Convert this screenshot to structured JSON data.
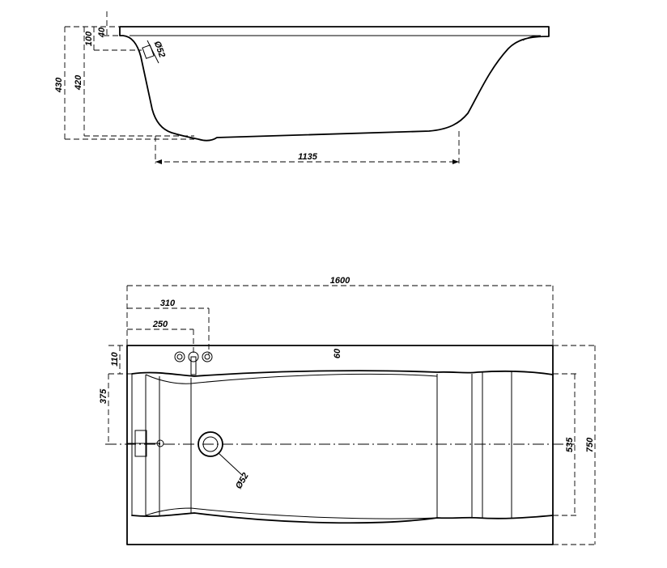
{
  "side_view": {
    "dimensions": {
      "total_height": "430",
      "depth": "420",
      "overflow_height": "100",
      "rim_thickness": "40",
      "overflow_diameter": "Ø52",
      "bottom_length": "1135"
    }
  },
  "top_view": {
    "dimensions": {
      "total_length": "1600",
      "overflow_position": "310",
      "tap_position": "250",
      "rim_depth": "110",
      "rim_width": "60",
      "drain_offset": "375",
      "inner_width": "535",
      "total_width": "750",
      "drain_diameter": "Ø52"
    }
  }
}
